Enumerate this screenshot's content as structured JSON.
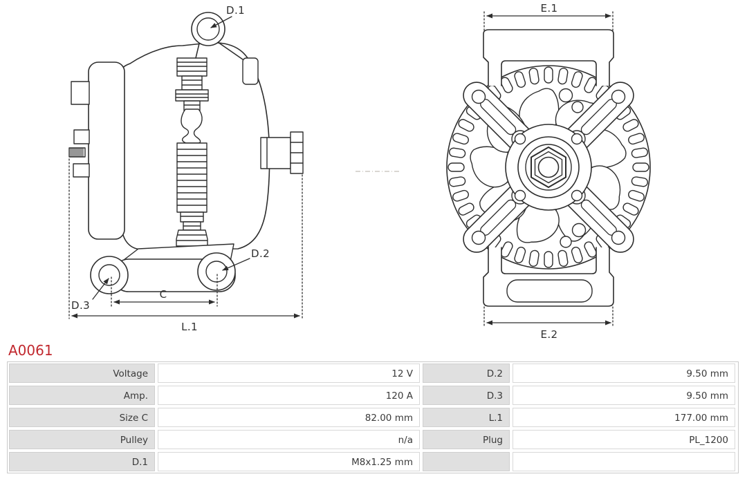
{
  "part": {
    "number": "A0061"
  },
  "colors": {
    "accent": "#c1282e",
    "line": "#2d2d2d",
    "label_cell": "#e0e0e0"
  },
  "drawing": {
    "labels": {
      "d1": "D.1",
      "d2": "D.2",
      "d3": "D.3",
      "c": "C",
      "l1": "L.1",
      "e1": "E.1",
      "e2": "E.2"
    }
  },
  "table": {
    "rows": [
      {
        "label1": "Voltage",
        "value1": "12 V",
        "label2": "D.2",
        "value2": "9.50 mm"
      },
      {
        "label1": "Amp.",
        "value1": "120 A",
        "label2": "D.3",
        "value2": "9.50 mm"
      },
      {
        "label1": "Size C",
        "value1": "82.00 mm",
        "label2": "L.1",
        "value2": "177.00 mm"
      },
      {
        "label1": "Pulley",
        "value1": "n/a",
        "label2": "Plug",
        "value2": "PL_1200"
      },
      {
        "label1": "D.1",
        "value1": "M8x1.25 mm",
        "label2": "",
        "value2": ""
      }
    ]
  }
}
